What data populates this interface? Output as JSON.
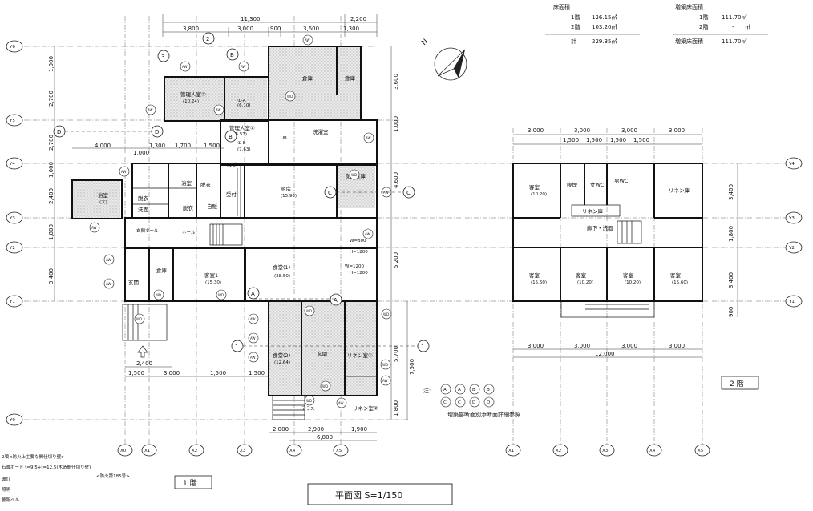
{
  "area_table": {
    "floor_area_title": "床面積",
    "floor_rows": [
      {
        "label": "1階",
        "value": "126.15㎡"
      },
      {
        "label": "2階",
        "value": "103.20㎡"
      }
    ],
    "total_label": "計",
    "total_value": "229.35㎡",
    "ext_title": "増築床面積",
    "ext_rows": [
      {
        "label": "1階",
        "value": "111.70㎡"
      },
      {
        "label": "2階",
        "value": "-",
        "unit": "㎡"
      }
    ],
    "ext_total_label": "増築床面積",
    "ext_total_value": "111.70㎡"
  },
  "floor1": {
    "top_dims": {
      "total": "11,300",
      "right": "2,200",
      "parts": [
        "3,800",
        "3,000",
        "900",
        "3,600",
        "1,300"
      ]
    },
    "left_dims": [
      "1,900",
      "2,700",
      "2,700",
      "1,000",
      "2,400",
      "1,800",
      "3,400"
    ],
    "right_dims": [
      "3,600",
      "1,000",
      "4,600",
      "5,200",
      "5,700",
      "7,500",
      "1,800"
    ],
    "inner_dims": [
      "4,000",
      "1,000",
      "1,300",
      "1,700",
      "1,500"
    ],
    "bottom_dims": [
      "2,400",
      "1,500",
      "3,000",
      "1,500",
      "1,500",
      "2,000",
      "2,900",
      "1,900"
    ],
    "bottom_total": "6,800",
    "rooms": {
      "kanri2": "管理人室②",
      "kanri2_area": "(10.24)",
      "kanri1": "管理人室①",
      "kanri1_area": "(15.53)",
      "soko1": "倉庫",
      "soko2": "倉庫",
      "sentaku": "洗濯室",
      "ub": "UB",
      "shuno": "収納",
      "yokushitsu_s": "浴室",
      "datsui_s": "脱衣",
      "uketsuke": "受付",
      "jimu": "自販",
      "chubo": "厨房",
      "chubo_area": "(15.90)",
      "shokuhin": "食品倉庫",
      "yokushitsu_l": "浴室",
      "yokushitsu_l_sub": "(大)",
      "datsui_l": "脱衣",
      "senmen": "洗面",
      "genkan_hall": "玄関ホール",
      "hall": "ホール",
      "soko3": "倉庫",
      "genkan": "玄関",
      "kyakushitsu1": "客室1",
      "kyakushitsu1_area": "(15.30)",
      "shokudo1": "食堂(1)",
      "shokudo1_area": "(28.50)",
      "shokudo2": "食堂(2)",
      "shokudo2_area": "(12.64)",
      "genkan2": "玄関",
      "linen1": "リネン室①",
      "linen2": "リネン室②",
      "terrace": "テラス"
    },
    "opening1": "W=800",
    "opening1b": "H=1200",
    "opening2": "W=1200",
    "opening2b": "H=1200",
    "section_labels": {
      "a1": "①-A",
      "a1_area": "(6.10)",
      "b1": "①-B",
      "b1_area": "(7.63)"
    },
    "label": "1 階"
  },
  "floor2": {
    "top_dims": [
      "3,000",
      "3,000",
      "3,000",
      "3,000"
    ],
    "top_sub": [
      "1,500",
      "1,500",
      "1,500",
      "1,500"
    ],
    "right_dims": [
      "3,400",
      "1,800",
      "3,400",
      "900"
    ],
    "bottom_dims": [
      "3,000",
      "3,000",
      "3,000",
      "3,000"
    ],
    "bottom_total": "12,000",
    "rooms": {
      "kyaku_tl": "客室",
      "kyaku_tl_area": "(10.20)",
      "kitsuen": "喫煙",
      "jowc": "女WC",
      "danwc": "男WC",
      "linen_tr": "リネン庫",
      "linen_mid": "リネン庫",
      "rouka": "廊下・洗面",
      "kyaku_b1": "客室",
      "kyaku_b1_area": "(15.60)",
      "kyaku_b2": "客室",
      "kyaku_b2_area": "(10.20)",
      "kyaku_b3": "客室",
      "kyaku_b3_area": "(10.20)",
      "kyaku_b4": "客室",
      "kyaku_b4_area": "(15.60)"
    },
    "label": "2 階"
  },
  "grid": {
    "rows": [
      "Y6",
      "Y5",
      "Y4",
      "Y3",
      "Y2",
      "Y1",
      "Y0"
    ],
    "cols": [
      "X0",
      "X1",
      "X2",
      "X3",
      "X4",
      "X5"
    ]
  },
  "note": {
    "prefix": "注:",
    "pairs": [
      "A",
      "A",
      "B",
      "B",
      "C",
      "C",
      "D",
      "D"
    ],
    "text": "増築部断面別添断面詳細参照"
  },
  "legend": [
    "2項<防火上主要な間仕切り壁>",
    "石膏ボード t=9.5+t=12.5(木造間仕切り壁)",
    "<防火第185号>",
    "導灯",
    "照明",
    "警報ベル"
  ],
  "title": "平面図 S=1/150",
  "markers": {
    "aw": "AW",
    "wd": "WD",
    "one": "1",
    "two": "2",
    "three": "3",
    "a": "A",
    "b": "B",
    "c": "C",
    "d": "D"
  }
}
